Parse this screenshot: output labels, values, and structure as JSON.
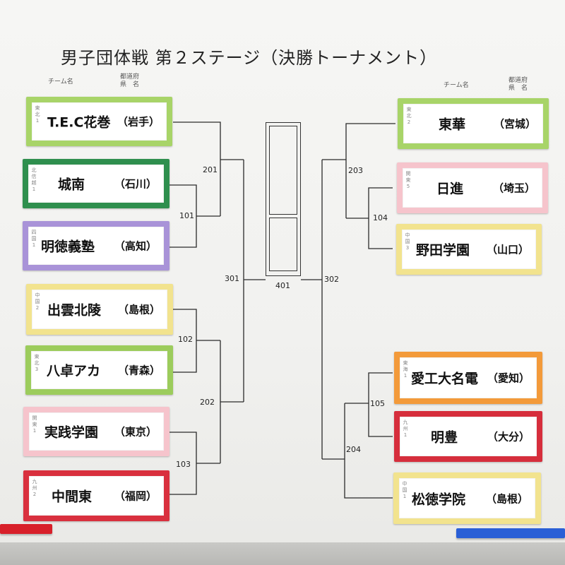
{
  "title": "男子団体戦  第２ステージ（決勝トーナメント）",
  "headers": {
    "left_team": "チーム名",
    "left_pref": "都道府\n県　名",
    "right_team": "チーム名",
    "right_pref": "都道府\n県　名"
  },
  "teams": [
    {
      "name": "T.E.C花巻",
      "pref": "（岩手）",
      "seed": "東\n北\n1",
      "color": "#a8d468"
    },
    {
      "name": "城南",
      "pref": "（石川）",
      "seed": "北\n信\n越\n1",
      "color": "#2f8f4e"
    },
    {
      "name": "明徳義塾",
      "pref": "（高知）",
      "seed": "四\n国\n1",
      "color": "#a993d8"
    },
    {
      "name": "出雲北陵",
      "pref": "（島根）",
      "seed": "中\n国\n2",
      "color": "#f2e38e"
    },
    {
      "name": "八卓アカ",
      "pref": "（青森）",
      "seed": "東\n北\n3",
      "color": "#9ccc5c"
    },
    {
      "name": "実践学園",
      "pref": "（東京）",
      "seed": "関\n東\n1",
      "color": "#f6c4cc"
    },
    {
      "name": "中間東",
      "pref": "（福岡）",
      "seed": "九\n州\n2",
      "color": "#d9303e"
    },
    {
      "name": "東華",
      "pref": "（宮城）",
      "seed": "東\n北\n2",
      "color": "#a8d468"
    },
    {
      "name": "日進",
      "pref": "（埼玉）",
      "seed": "関\n東\n5",
      "color": "#f6c4cc"
    },
    {
      "name": "野田学園",
      "pref": "（山口）",
      "seed": "中\n国\n3",
      "color": "#f2e38e"
    },
    {
      "name": "愛工大名電",
      "pref": "（愛知）",
      "seed": "東\n海\n1",
      "color": "#f39a3a"
    },
    {
      "name": "明豊",
      "pref": "（大分）",
      "seed": "九\n州\n1",
      "color": "#d62e3c"
    },
    {
      "name": "松徳学院",
      "pref": "（島根）",
      "seed": "中\n国\n1",
      "color": "#f2e38e"
    }
  ],
  "matches": [
    "101",
    "102",
    "103",
    "104",
    "105",
    "201",
    "202",
    "203",
    "204",
    "301",
    "302",
    "401"
  ]
}
